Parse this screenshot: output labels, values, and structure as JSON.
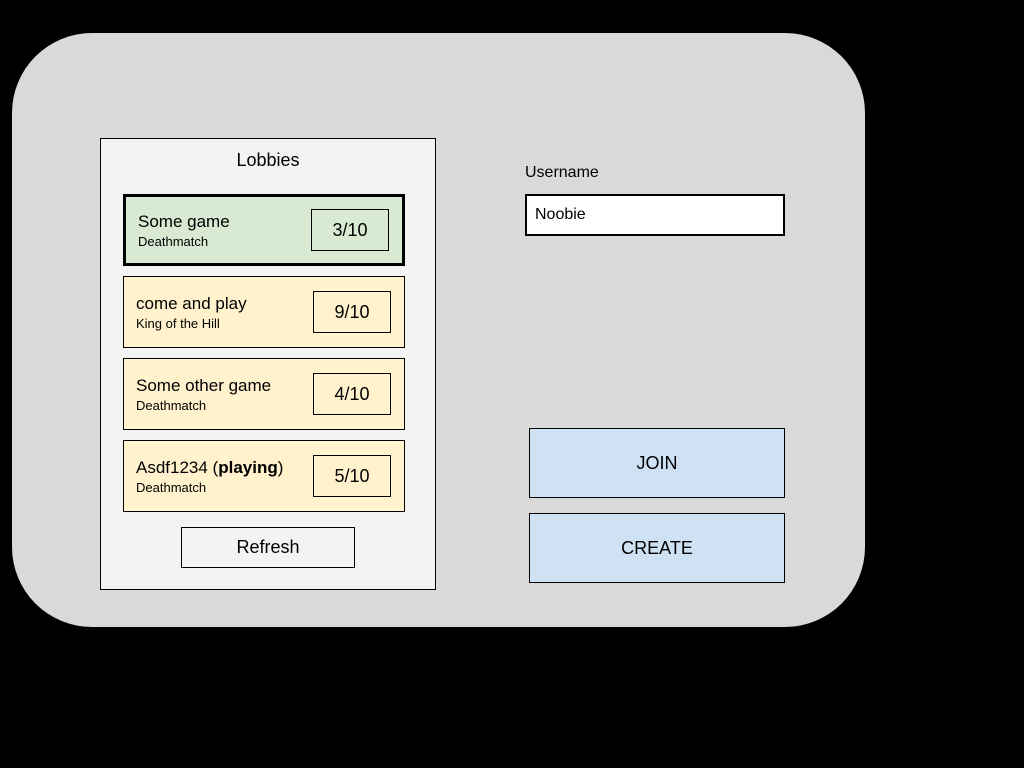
{
  "colors": {
    "page_bg": "#000000",
    "panel_bg": "#d9d9d9",
    "list_bg": "#f3f3f3",
    "selected_item_bg": "#d9ead3",
    "item_bg": "#fff2cc",
    "button_bg": "#cfe2f3",
    "input_bg": "#ffffff",
    "border": "#000000"
  },
  "lobbies": {
    "title": "Lobbies",
    "refresh_label": "Refresh",
    "items": [
      {
        "name": "Some game",
        "mode": "Deathmatch",
        "players": "3/10",
        "selected": true
      },
      {
        "name": "come and play",
        "mode": "King of the Hill",
        "players": "9/10",
        "selected": false
      },
      {
        "name": "Some other game",
        "mode": "Deathmatch",
        "players": "4/10",
        "selected": false
      },
      {
        "name": "Asdf1234 (",
        "name_bold": "playing",
        "name_suffix": ")",
        "mode": "Deathmatch",
        "players": "5/10",
        "selected": false
      }
    ]
  },
  "form": {
    "username_label": "Username",
    "username_value": "Noobie",
    "join_label": "JOIN",
    "create_label": "CREATE"
  }
}
